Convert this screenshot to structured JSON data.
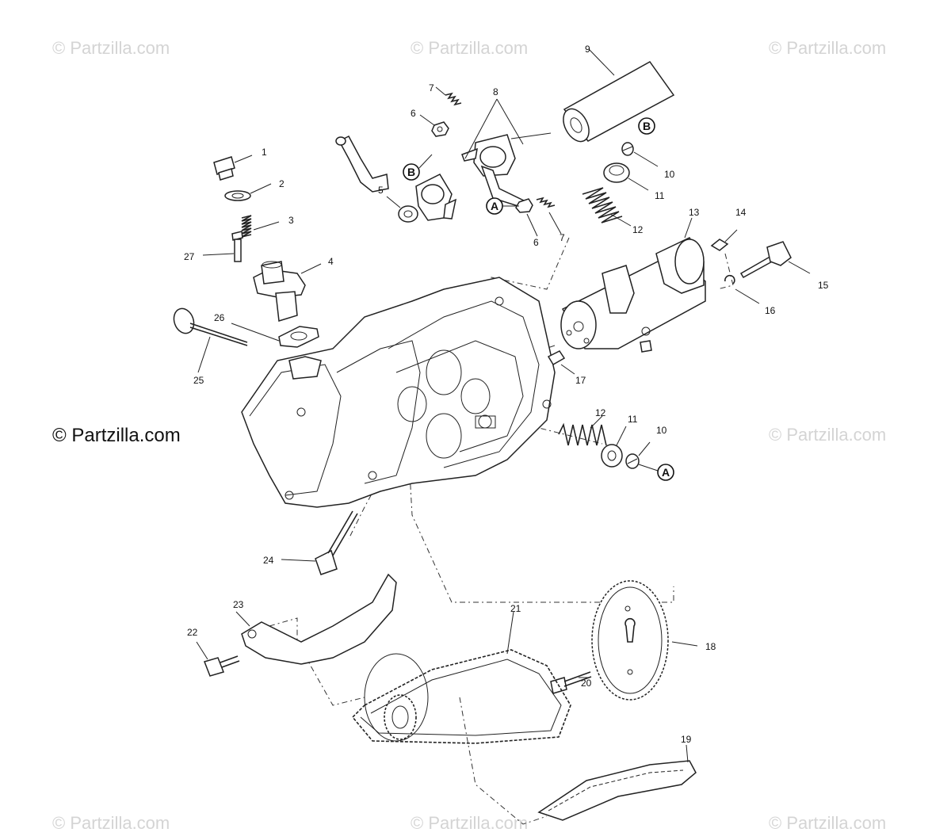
{
  "watermark": "© Partzilla.com",
  "callouts": {
    "A": "A",
    "B": "B"
  },
  "labels": {
    "p1": "1",
    "p2": "2",
    "p3": "3",
    "p4": "4",
    "p5": "5",
    "p6a": "6",
    "p6b": "6",
    "p7a": "7",
    "p7b": "7",
    "p8": "8",
    "p9": "9",
    "p10a": "10",
    "p10b": "10",
    "p11a": "11",
    "p11b": "11",
    "p12a": "12",
    "p12b": "12",
    "p13": "13",
    "p14": "14",
    "p15": "15",
    "p16": "16",
    "p17": "17",
    "p18": "18",
    "p19": "19",
    "p20": "20",
    "p21": "21",
    "p22": "22",
    "p23": "23",
    "p24": "24",
    "p25": "25",
    "p26": "26",
    "p27": "27"
  }
}
